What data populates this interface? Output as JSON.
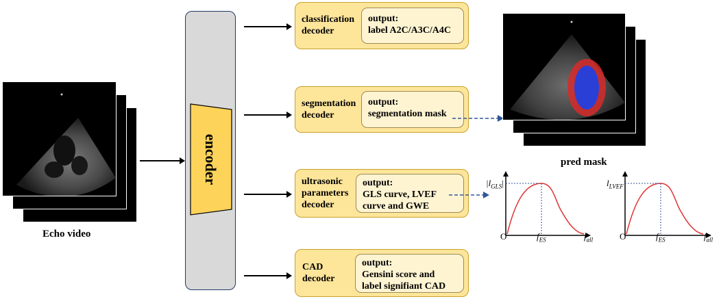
{
  "echo_label": "Echo video",
  "encoder_label": "encoder",
  "pred_mask_label": "pred mask",
  "decoders": [
    {
      "name_line1": "classification",
      "name_line2": "decoder",
      "output_line1": "output:",
      "output_line2": "label A2C/A3C/A4C"
    },
    {
      "name_line1": "segmentation",
      "name_line2": "decoder",
      "output_line1": "output:",
      "output_line2": "segmentation mask"
    },
    {
      "name_line1": "ultrasonic",
      "name_line2": "parameters",
      "name_line3": "decoder",
      "output_line1": "output:",
      "output_line2": "GLS curve, LVEF",
      "output_line3": "curve and GWE"
    },
    {
      "name_line1": "CAD",
      "name_line2": "decoder",
      "output_line1": "output:",
      "output_line2": "Gensini score and",
      "output_line3": "label signifiant CAD"
    }
  ],
  "curves": [
    {
      "y_label_main": "|l",
      "y_label_sub": "GLS",
      "y_label_end": "|",
      "origin": "O",
      "x_mid_main": "f",
      "x_mid_sub": "ES",
      "x_end_main": "f",
      "x_end_sub": "all"
    },
    {
      "y_label_main": "l",
      "y_label_sub": "LVEF",
      "y_label_end": "",
      "origin": "O",
      "x_mid_main": "f",
      "x_mid_sub": "ES",
      "x_end_main": "f",
      "x_end_sub": "all"
    }
  ],
  "colors": {
    "decoder_fill": "#fde59a",
    "encoder_fill": "#d9d9d9",
    "encoder_trapezoid": "#fdd35a",
    "arrow_dashed": "#2f5597",
    "curve": "#e03030",
    "mask_red": "#d62a2a",
    "mask_blue": "#2a3fd6"
  }
}
